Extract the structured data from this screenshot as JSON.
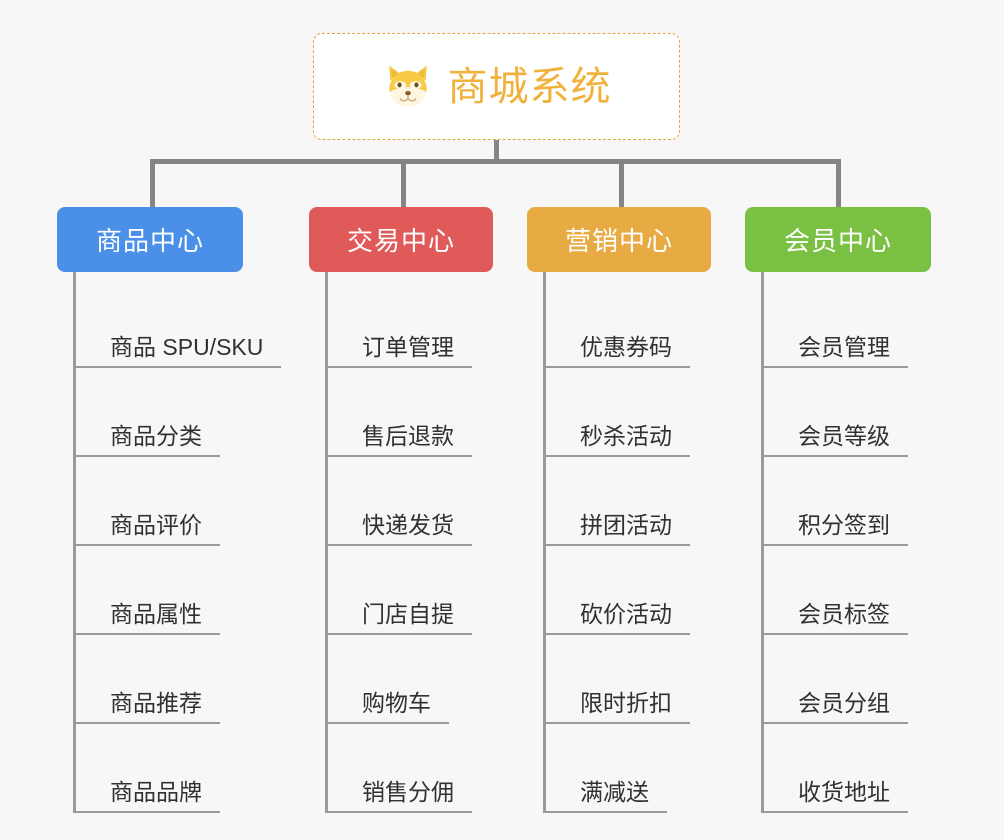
{
  "background_color": "#f7f7f7",
  "root": {
    "title": "商城系统",
    "icon": "shiba-dog-face-icon",
    "text_color": "#f0b23c",
    "border_color": "#e8a33d",
    "border_style": "dashed"
  },
  "connector_color": "#858585",
  "branches": [
    {
      "label": "商品中心",
      "color": "#4a90e8",
      "items": [
        "商品 SPU/SKU",
        "商品分类",
        "商品评价",
        "商品属性",
        "商品推荐",
        "商品品牌"
      ]
    },
    {
      "label": "交易中心",
      "color": "#e05a5a",
      "items": [
        "订单管理",
        "售后退款",
        "快递发货",
        "门店自提",
        "购物车",
        "销售分佣"
      ]
    },
    {
      "label": "营销中心",
      "color": "#e8ab43",
      "items": [
        "优惠券码",
        "秒杀活动",
        "拼团活动",
        "砍价活动",
        "限时折扣",
        "满减送"
      ]
    },
    {
      "label": "会员中心",
      "color": "#7ac143",
      "items": [
        "会员管理",
        "会员等级",
        "积分签到",
        "会员标签",
        "会员分组",
        "收货地址"
      ]
    }
  ]
}
